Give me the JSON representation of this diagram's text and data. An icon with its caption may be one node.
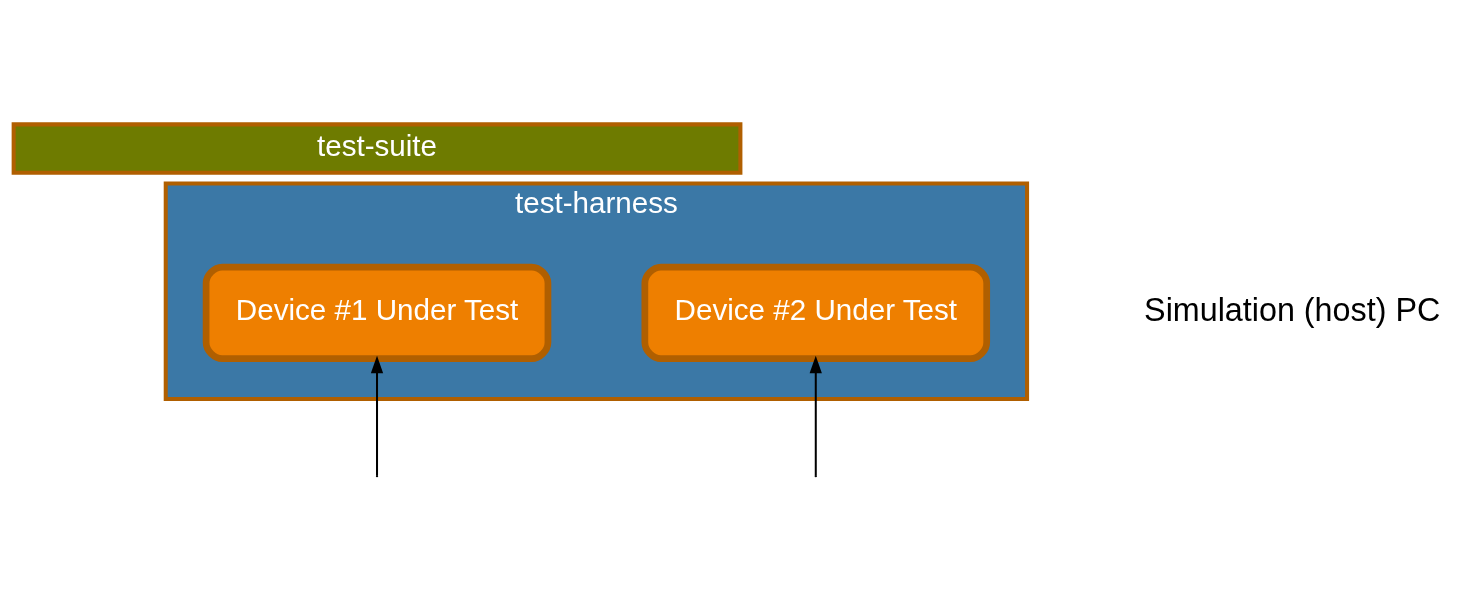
{
  "diagram": {
    "nodes": [
      {
        "text": [
          "test-suite"
        ]
      },
      {
        "text": [
          "test-harness"
        ]
      },
      {
        "text": [
          "Device #1 Under Test"
        ],
        "in": 1
      },
      {
        "text": [
          "Device #2 Under Test"
        ],
        "in": 1
      }
    ],
    "edges": [
      {
        "from": null,
        "to": 2,
        "arrow": "to"
      },
      {
        "from": null,
        "to": 3,
        "arrow": "to"
      }
    ],
    "labels": [
      "Simulation (host) PC"
    ]
  }
}
